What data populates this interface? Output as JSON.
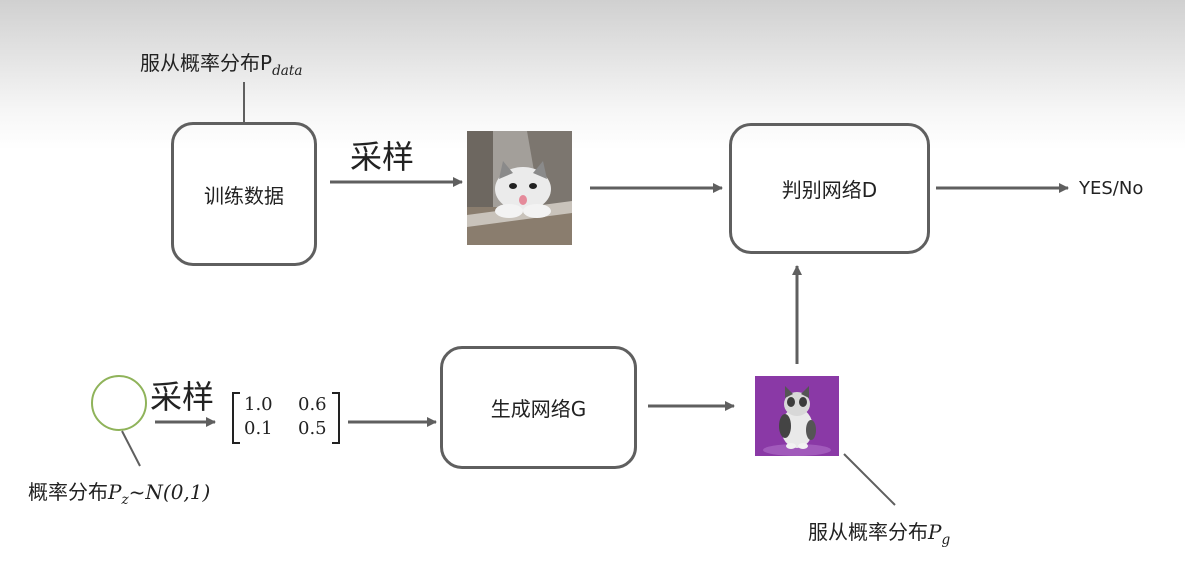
{
  "nodes": {
    "training_data": "训练数据",
    "discriminator": "判别网络D",
    "generator": "生成网络G"
  },
  "labels": {
    "sample_top": "采样",
    "sample_bottom": "采样",
    "output": "YES/No",
    "data_dist_prefix": "服从概率分布P",
    "data_dist_sub": "data",
    "noise_prefix": "概率分布",
    "noise_p": "P",
    "noise_sub": "z",
    "noise_suffix": "~N(0,1)",
    "gen_dist_prefix": "服从概率分布",
    "gen_p": "P",
    "gen_sub": "g"
  },
  "matrix": [
    [
      "1.0",
      "0.6"
    ],
    [
      "0.1",
      "0.5"
    ]
  ],
  "images": {
    "real_sample": "cat-photo",
    "generated_sample": "cat-photo-purple"
  },
  "colors": {
    "arrow": "#5f5f5f",
    "box_border": "#5f5f5f",
    "noise_circle": "#8fb35a",
    "generated_bg": "#8a39a6"
  }
}
